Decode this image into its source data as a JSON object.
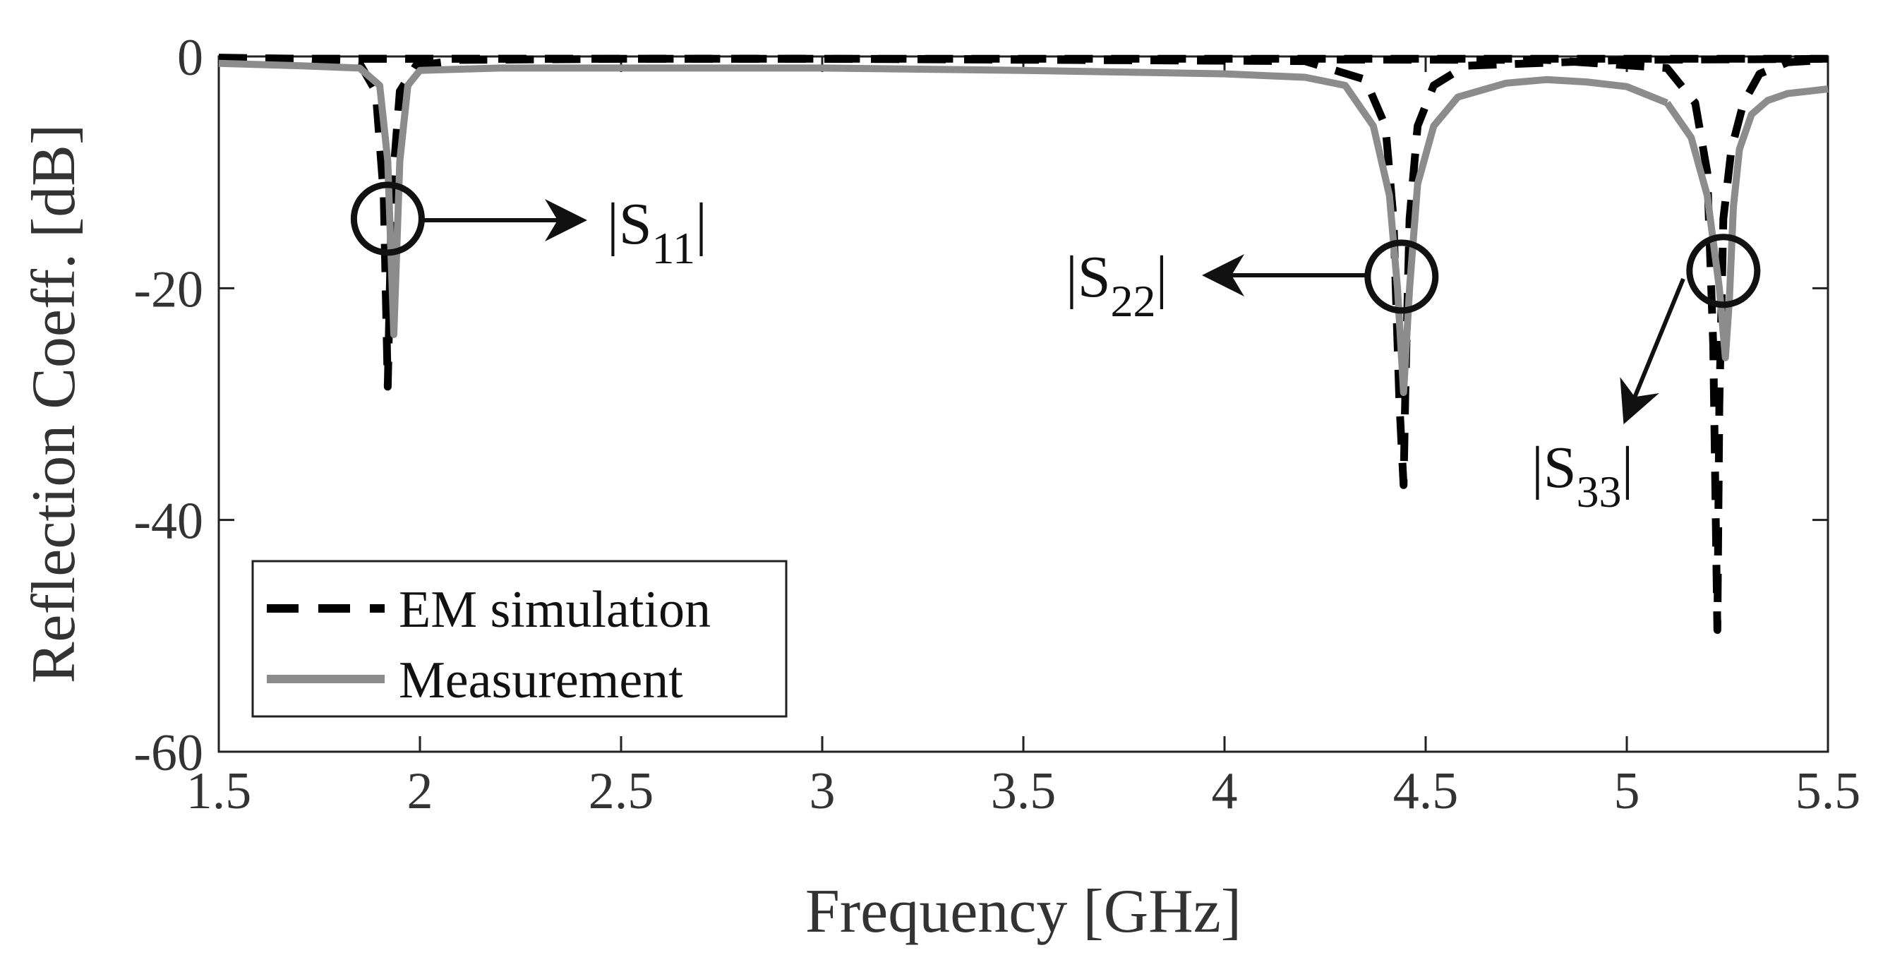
{
  "chart_data": {
    "type": "line",
    "title": "",
    "xlabel": "Frequency [GHz]",
    "ylabel": "Reflection Coeff. [dB]",
    "xlim": [
      1.5,
      5.5
    ],
    "ylim": [
      -60,
      0
    ],
    "xticks": [
      "1.5",
      "2",
      "2.5",
      "3",
      "3.5",
      "4",
      "4.5",
      "5",
      "5.5"
    ],
    "yticks": [
      "0",
      "-20",
      "-40",
      "-60"
    ],
    "grid": false,
    "legend_position": "bottom-left",
    "series": [
      {
        "name": "EM simulation",
        "style": "dashed",
        "color": "#000000",
        "curves": [
          {
            "x": [
              1.5,
              1.7,
              1.85,
              1.89,
              1.91,
              1.92,
              1.93,
              1.95,
              1.99,
              2.1,
              2.5,
              3.0,
              3.5,
              4.0,
              4.5,
              5.0,
              5.5
            ],
            "y": [
              -0.1,
              -0.2,
              -0.6,
              -3,
              -12,
              -28.5,
              -12,
              -3,
              -0.8,
              -0.3,
              -0.2,
              -0.2,
              -0.2,
              -0.2,
              -0.2,
              -0.2,
              -0.2
            ]
          },
          {
            "x": [
              1.5,
              3.0,
              4.2,
              4.35,
              4.4,
              4.42,
              4.435,
              4.445,
              4.45,
              4.46,
              4.48,
              4.52,
              4.6,
              5.0,
              5.5
            ],
            "y": [
              -0.2,
              -0.2,
              -0.4,
              -2,
              -6,
              -14,
              -30,
              -37,
              -28,
              -14,
              -6,
              -2.5,
              -0.8,
              -0.3,
              -0.2
            ]
          },
          {
            "x": [
              1.5,
              3.0,
              4.8,
              5.1,
              5.17,
              5.2,
              5.215,
              5.225,
              5.23,
              5.24,
              5.26,
              5.29,
              5.33,
              5.4,
              5.5
            ],
            "y": [
              -0.2,
              -0.2,
              -0.3,
              -1,
              -4,
              -10,
              -25,
              -49.5,
              -30,
              -14,
              -8,
              -4,
              -1.5,
              -0.5,
              -0.3
            ]
          }
        ]
      },
      {
        "name": "Measurement",
        "style": "solid",
        "color": "#8c8c8c",
        "curves": [
          {
            "x": [
              1.5,
              1.7,
              1.85,
              1.9,
              1.92,
              1.935,
              1.95,
              1.97,
              2.0,
              2.2,
              2.6,
              3.0,
              3.5,
              4.0
            ],
            "y": [
              -0.6,
              -0.8,
              -1,
              -2.5,
              -9,
              -24,
              -9,
              -2.5,
              -1.2,
              -1.0,
              -1.0,
              -1.0,
              -1.2,
              -1.5
            ]
          },
          {
            "x": [
              4.0,
              4.2,
              4.3,
              4.37,
              4.41,
              4.43,
              4.445,
              4.46,
              4.48,
              4.52,
              4.58,
              4.7,
              4.8,
              4.9,
              5.0,
              5.1
            ],
            "y": [
              -1.5,
              -1.8,
              -2.5,
              -6,
              -12,
              -20,
              -29,
              -20,
              -11,
              -6,
              -3.5,
              -2.3,
              -2.0,
              -2.2,
              -2.6,
              -4
            ]
          },
          {
            "x": [
              5.1,
              5.16,
              5.2,
              5.23,
              5.245,
              5.255,
              5.265,
              5.28,
              5.31,
              5.35,
              5.4,
              5.45,
              5.5
            ],
            "y": [
              -4,
              -7,
              -12,
              -20,
              -26,
              -21,
              -13,
              -8,
              -5,
              -3.8,
              -3.2,
              -3,
              -2.8
            ]
          }
        ]
      }
    ],
    "annotations": [
      {
        "label": "|S",
        "sub": "11",
        "tail": "|",
        "circle": [
          1.92,
          -14
        ],
        "arrow_to": [
          1.9,
          -14
        ]
      },
      {
        "label": "|S",
        "sub": "22",
        "tail": "|",
        "circle": [
          4.44,
          -19
        ],
        "arrow_to": [
          4.44,
          -19
        ]
      },
      {
        "label": "|S",
        "sub": "33",
        "tail": "|",
        "circle": [
          5.24,
          -18.5
        ],
        "arrow_to": [
          5.24,
          -18.5
        ]
      }
    ]
  }
}
